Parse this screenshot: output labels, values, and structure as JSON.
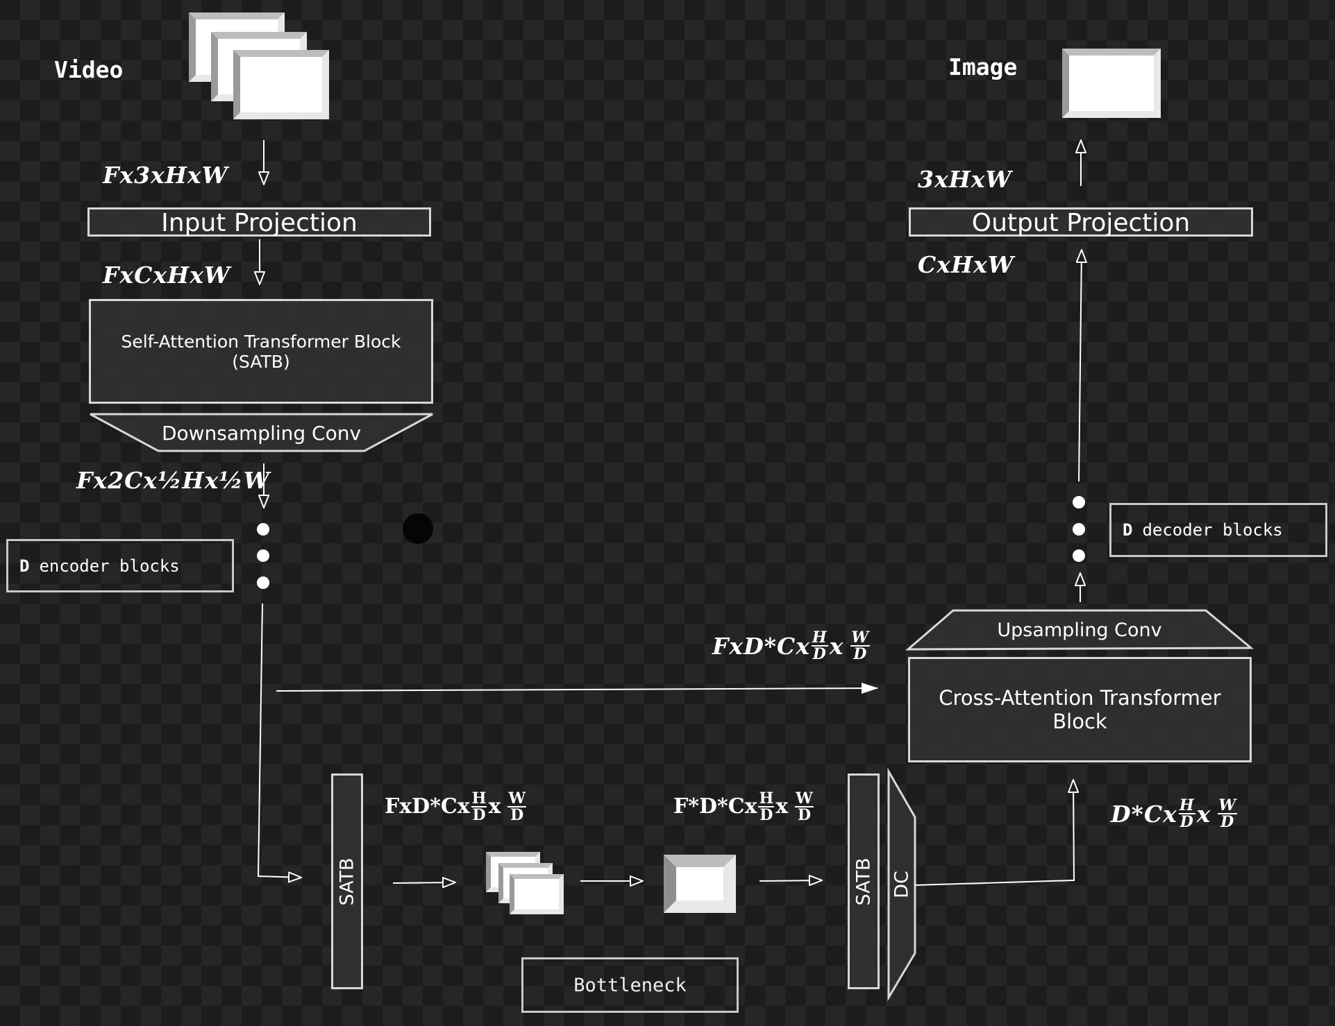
{
  "encoder": {
    "video_label": "Video",
    "input_dims": "Fx3xHxW",
    "input_projection": "Input Projection",
    "projected_dims": "FxCxHxW",
    "satb_label": "Self-Attention Transformer Block (SATB)",
    "downsampling_label": "Downsampling Conv",
    "downsampled_dims": "Fx2Cx½Hx½W",
    "blocks_count_symbol": "D",
    "blocks_label": "encoder blocks"
  },
  "skip_connection": {
    "dims_prefix": "FxD*Cx",
    "frac_h_num": "H",
    "frac_h_den": "D",
    "times": "x",
    "frac_w_num": "W",
    "frac_w_den": "D"
  },
  "bottleneck": {
    "satb_left_label": "SATB",
    "dims_left_prefix": "FxD*Cx",
    "dims_right_prefix": "F*D*Cx",
    "frac_h_num": "H",
    "frac_h_den": "D",
    "times": "x",
    "frac_w_num": "W",
    "frac_w_den": "D",
    "satb_right_label": "SATB",
    "dc_label": "DC",
    "label": "Bottleneck"
  },
  "decoder": {
    "image_label": "Image",
    "output_dims": "3xHxW",
    "output_projection": "Output Projection",
    "pre_output_dims": "CxHxW",
    "blocks_count_symbol": "D",
    "blocks_label": "decoder blocks",
    "upsampling_label": "Upsampling Conv",
    "catb_label": "Cross-Attention Transformer Block",
    "bottleneck_out_prefix": "D*Cx",
    "frac_h_num": "H",
    "frac_h_den": "D",
    "times": "x",
    "frac_w_num": "W",
    "frac_w_den": "D"
  },
  "colors": {
    "background": "#1e1e1e",
    "line": "#ffffff",
    "block_fill": "#303030",
    "block_border": "#d8d8d8"
  }
}
